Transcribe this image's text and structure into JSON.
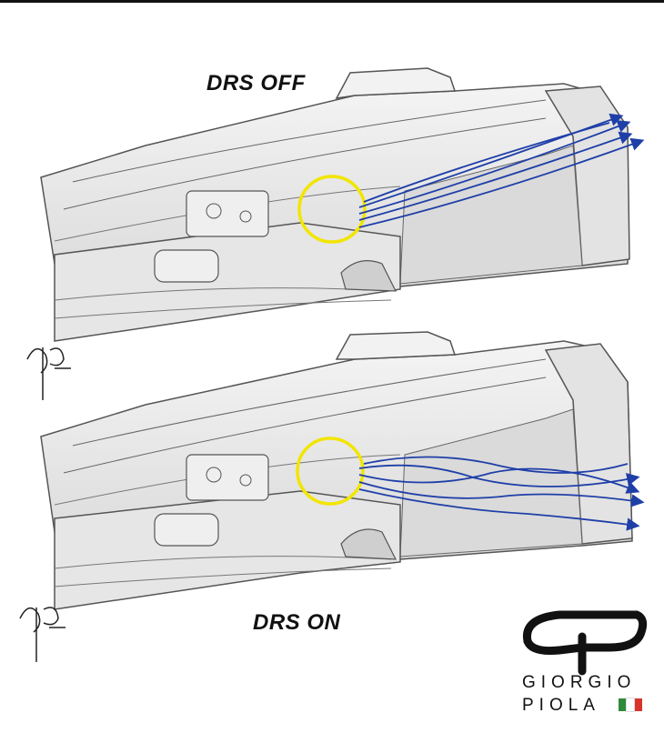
{
  "captions": {
    "top": "DRS OFF",
    "bottom": "DRS ON"
  },
  "brand": {
    "line1": "GIORGIO",
    "line2": "PIOLA"
  },
  "colors": {
    "flow": "#1f3fa8",
    "highlight": "#f2e500",
    "outline": "#555555",
    "body": "#ececec",
    "flag": [
      "#2e8b3a",
      "#ffffff",
      "#d9342b"
    ]
  }
}
